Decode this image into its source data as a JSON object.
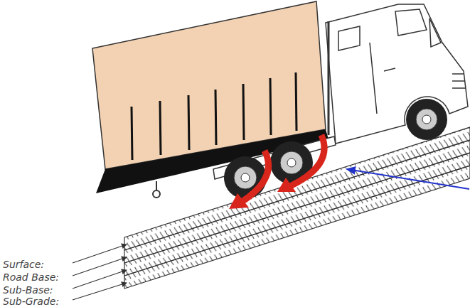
{
  "diagram": {
    "labels": [
      "Surface:",
      "Road Base:",
      "Sub-Base:",
      "Sub-Grade:"
    ]
  }
}
